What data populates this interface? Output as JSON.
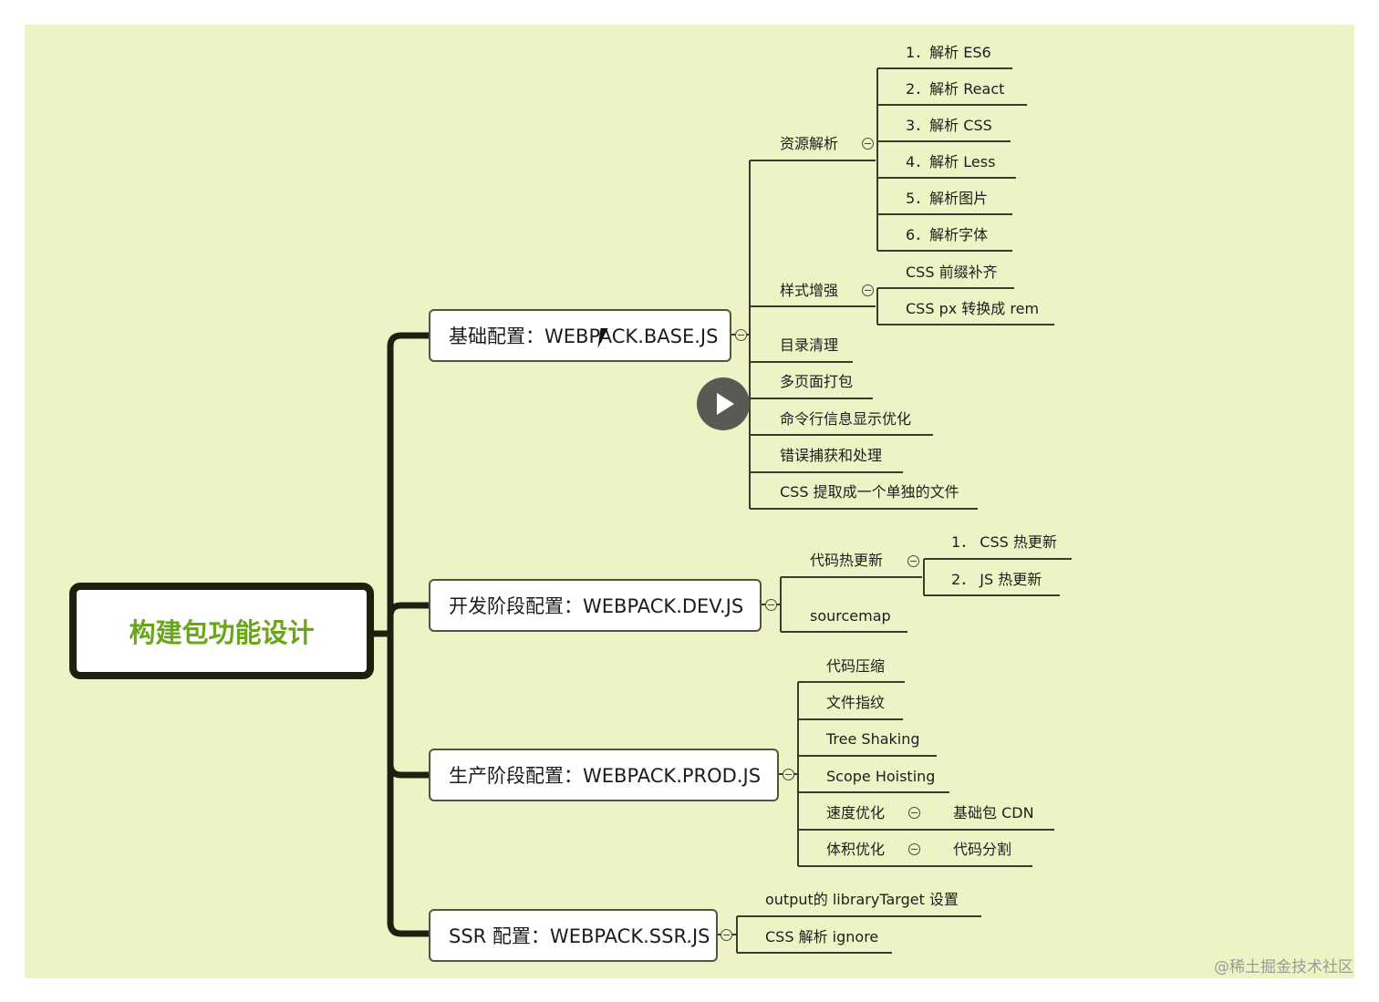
{
  "root": {
    "label": "构建包功能设计",
    "color": "#6aa617"
  },
  "branches": {
    "base": {
      "label": "基础配置：WEBPACK.BASE.JS",
      "resource": {
        "label": "资源解析",
        "items": [
          "1．解析 ES6",
          "2．解析 React",
          "3．解析 CSS",
          "4．解析 Less",
          "5．解析图片",
          "6．解析字体"
        ]
      },
      "style": {
        "label": "样式增强",
        "items": [
          "CSS 前缀补齐",
          "CSS px 转换成 rem"
        ]
      },
      "items": [
        "目录清理",
        "多页面打包",
        "命令行信息显示优化",
        "错误捕获和处理",
        "CSS 提取成一个单独的文件"
      ]
    },
    "dev": {
      "label": "开发阶段配置：WEBPACK.DEV.JS",
      "hot": {
        "label": "代码热更新",
        "items": [
          "1． CSS 热更新",
          "2． JS 热更新"
        ]
      },
      "sourcemap": "sourcemap"
    },
    "prod": {
      "label": "生产阶段配置：WEBPACK.PROD.JS",
      "items": [
        "代码压缩",
        "文件指纹",
        "Tree Shaking",
        "Scope Hoisting"
      ],
      "speed": {
        "label": "速度优化",
        "child": "基础包 CDN"
      },
      "size": {
        "label": "体积优化",
        "child": "代码分割"
      }
    },
    "ssr": {
      "label": "SSR 配置：WEBPACK.SSR.JS",
      "items": [
        "output的 libraryTarget 设置",
        "CSS 解析 ignore"
      ]
    }
  },
  "play_icon": "play-icon",
  "cursor_icon": "mouse-pointer-icon",
  "watermark": "@稀土掘金技术社区"
}
